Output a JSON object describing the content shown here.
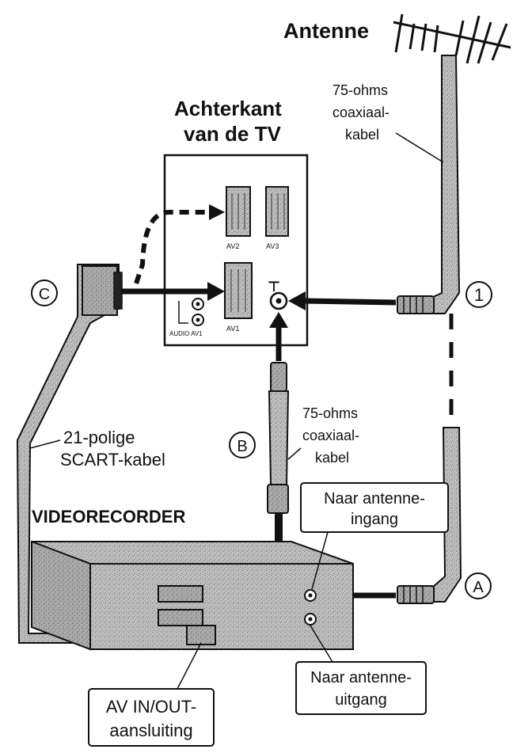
{
  "labels": {
    "antenna": "Antenne",
    "tv_back_line1": "Achterkant",
    "tv_back_line2": "van de TV",
    "coax_top_line1": "75-ohms",
    "coax_top_line2": "coaxiaal-",
    "coax_top_line3": "kabel",
    "coax_mid_line1": "75-ohms",
    "coax_mid_line2": "coaxiaal-",
    "coax_mid_line3": "kabel",
    "scart_line1": "21-polige",
    "scart_line2": "SCART-kabel",
    "vcr": "VIDEORECORDER",
    "to_antenna_in_line1": "Naar antenne-",
    "to_antenna_in_line2": "ingang",
    "to_antenna_out_line1": "Naar antenne-",
    "to_antenna_out_line2": "uitgang",
    "av_inout_line1": "AV IN/OUT-",
    "av_inout_line2": "aansluiting"
  },
  "markers": {
    "one": "1",
    "a": "A",
    "b": "B",
    "c": "C"
  },
  "tv_panel": {
    "scart2_label": "AV2",
    "scart3_label": "AV3",
    "scart1_label": "AV1",
    "audio_label": "AUDIO AV1"
  }
}
